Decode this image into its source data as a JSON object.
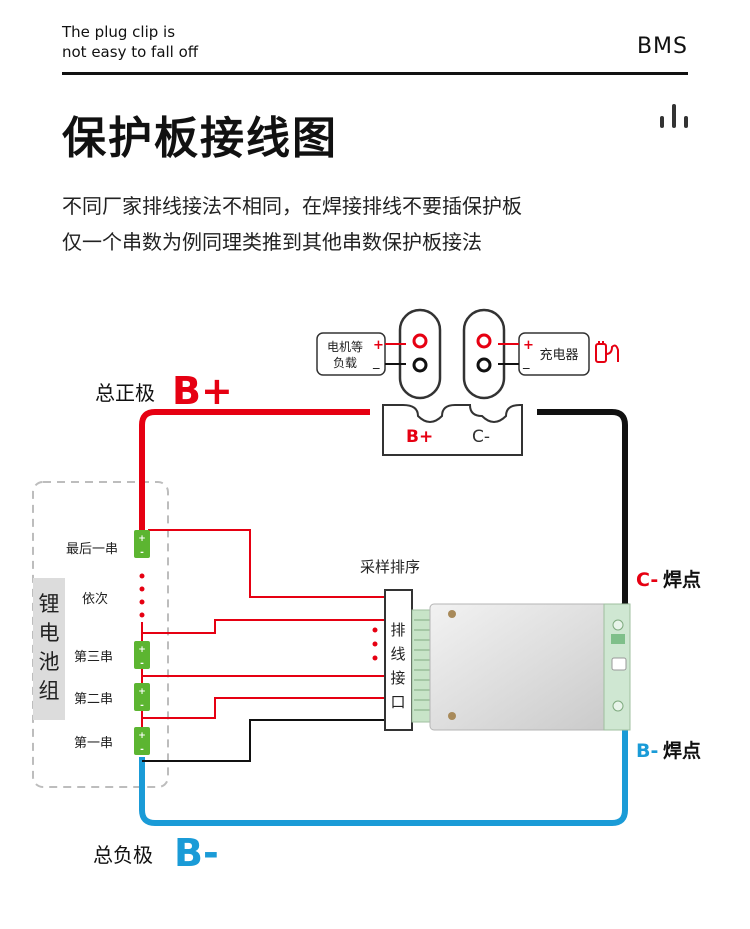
{
  "header": {
    "tagline_line1": "The plug clip is",
    "tagline_line2": "not easy to fall off",
    "brand": "BMS"
  },
  "title": "保护板接线图",
  "description": {
    "line1": "不同厂家排线接法不相同，在焊接排线不要插保护板",
    "line2": "仅一个串数为例同理类推到其他串数保护板接法"
  },
  "diagram": {
    "pos_total_label": "总正极",
    "pos_total_symbol": "B+",
    "neg_total_label": "总负极",
    "neg_total_symbol": "B-",
    "load_label_line1": "电机等",
    "load_label_line2": "负载",
    "charger_label": "充电器",
    "connector_bplus": "B+",
    "connector_cminus": "C-",
    "c_weld_prefix": "C-",
    "c_weld_suffix": "焊点",
    "b_weld_prefix": "B-",
    "b_weld_suffix": "焊点",
    "sampling_order": "采样排序",
    "harness_port": [
      "排",
      "线",
      "接",
      "口"
    ],
    "pack_label": [
      "锂",
      "电",
      "池",
      "组"
    ],
    "cells": {
      "last": "最后一串",
      "sequence": "依次",
      "third": "第三串",
      "second": "第二串",
      "first": "第一串"
    },
    "cell_plus": "+",
    "cell_minus": "-",
    "plus_sign": "+",
    "minus_sign": "_"
  },
  "colors": {
    "red": "#e60012",
    "blue": "#1a9bd7",
    "black": "#111111",
    "cell_green": "#5cb531",
    "pack_gray": "#dcdcdc"
  }
}
